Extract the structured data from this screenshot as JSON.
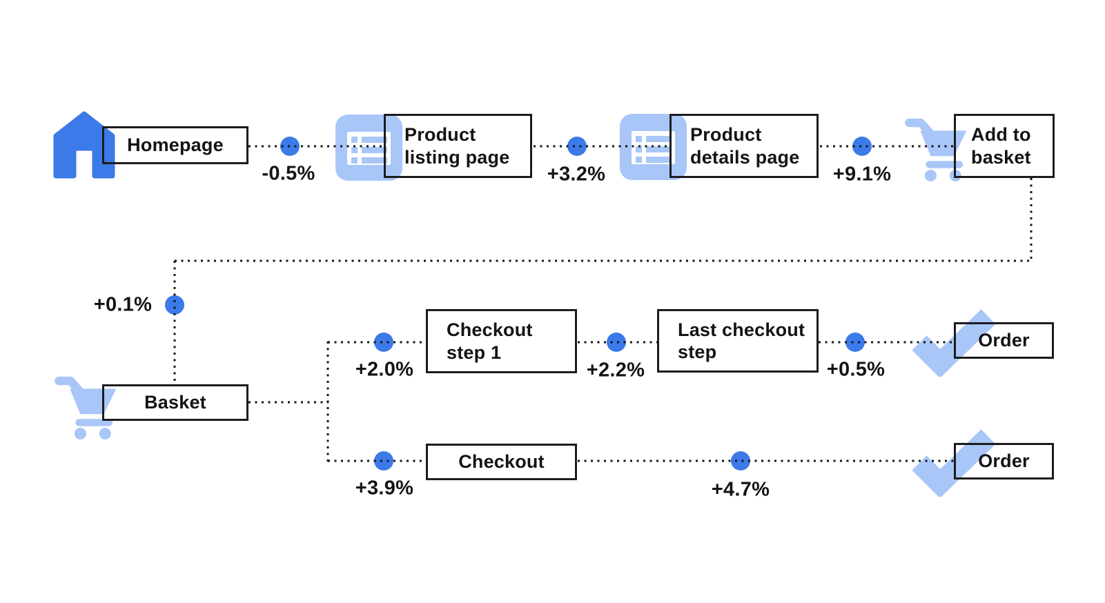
{
  "diagram": {
    "description": "E-commerce conversion funnel flow with step-to-step percentage changes",
    "palette": {
      "blue": "#3B7AE8",
      "light_blue": "#A9C6F8",
      "ink": "#141414",
      "bg": "#FFFFFF"
    },
    "nodes": {
      "homepage": {
        "label": "Homepage",
        "icon": "home-icon"
      },
      "plp": {
        "label": "Product\nlisting page",
        "icon": "list-icon"
      },
      "pdp": {
        "label": "Product\ndetails page",
        "icon": "list-icon"
      },
      "add_to_basket": {
        "label": "Add to\nbasket",
        "icon": "cart-icon"
      },
      "basket": {
        "label": "Basket",
        "icon": "cart-icon"
      },
      "checkout_step_1": {
        "label": "Checkout\nstep 1"
      },
      "last_checkout_step": {
        "label": "Last checkout\nstep"
      },
      "order_top": {
        "label": "Order",
        "icon": "check-icon"
      },
      "checkout": {
        "label": "Checkout"
      },
      "order_bottom": {
        "label": "Order",
        "icon": "check-icon"
      }
    },
    "edges": {
      "homepage_to_plp": {
        "from": "Homepage",
        "to": "Product listing page",
        "delta": "-0.5%"
      },
      "plp_to_pdp": {
        "from": "Product listing page",
        "to": "Product details page",
        "delta": "+3.2%"
      },
      "pdp_to_add_to_basket": {
        "from": "Product details page",
        "to": "Add to basket",
        "delta": "+9.1%"
      },
      "add_to_basket_to_basket": {
        "from": "Add to basket",
        "to": "Basket",
        "delta": "+0.1%"
      },
      "basket_to_checkout_step_1": {
        "from": "Basket",
        "to": "Checkout step 1",
        "delta": "+2.0%"
      },
      "checkout_step_1_to_last": {
        "from": "Checkout step 1",
        "to": "Last checkout step",
        "delta": "+2.2%"
      },
      "last_to_order": {
        "from": "Last checkout step",
        "to": "Order",
        "delta": "+0.5%"
      },
      "basket_to_checkout": {
        "from": "Basket",
        "to": "Checkout",
        "delta": "+3.9%"
      },
      "checkout_to_order": {
        "from": "Checkout",
        "to": "Order",
        "delta": "+4.7%"
      }
    }
  }
}
